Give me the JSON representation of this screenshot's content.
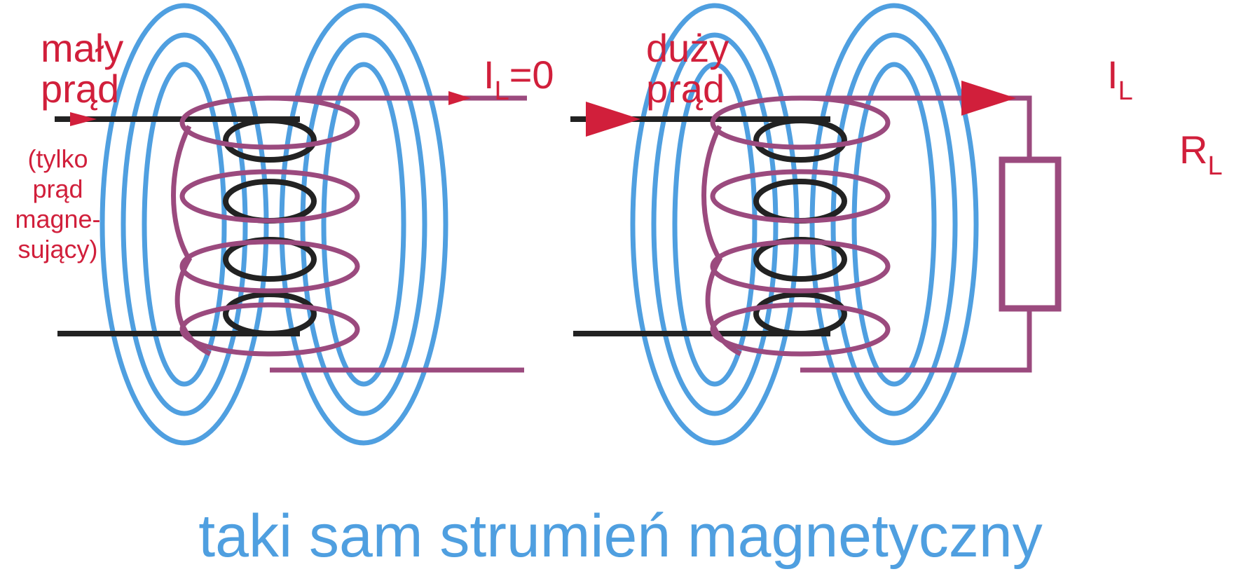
{
  "left_panel": {
    "input_label_line1": "mały",
    "input_label_line2": "prąd",
    "note_line1": "(tylko",
    "note_line2": "prąd",
    "note_line3": "magne-",
    "note_line4": "sujący)",
    "output_label_main": "I",
    "output_label_sub": "L",
    "output_label_suffix": "=0"
  },
  "right_panel": {
    "input_label_line1": "duży",
    "input_label_line2": "prąd",
    "output_label_main": "I",
    "output_label_sub": "L",
    "resistor_label_main": "R",
    "resistor_label_sub": "L"
  },
  "caption": "taki sam strumień magnetyczny",
  "colors": {
    "flux_lines": "#4f9fe0",
    "secondary_winding": "#9b4a7e",
    "primary_winding": "#222222",
    "labels_and_arrows": "#d11f3b"
  }
}
